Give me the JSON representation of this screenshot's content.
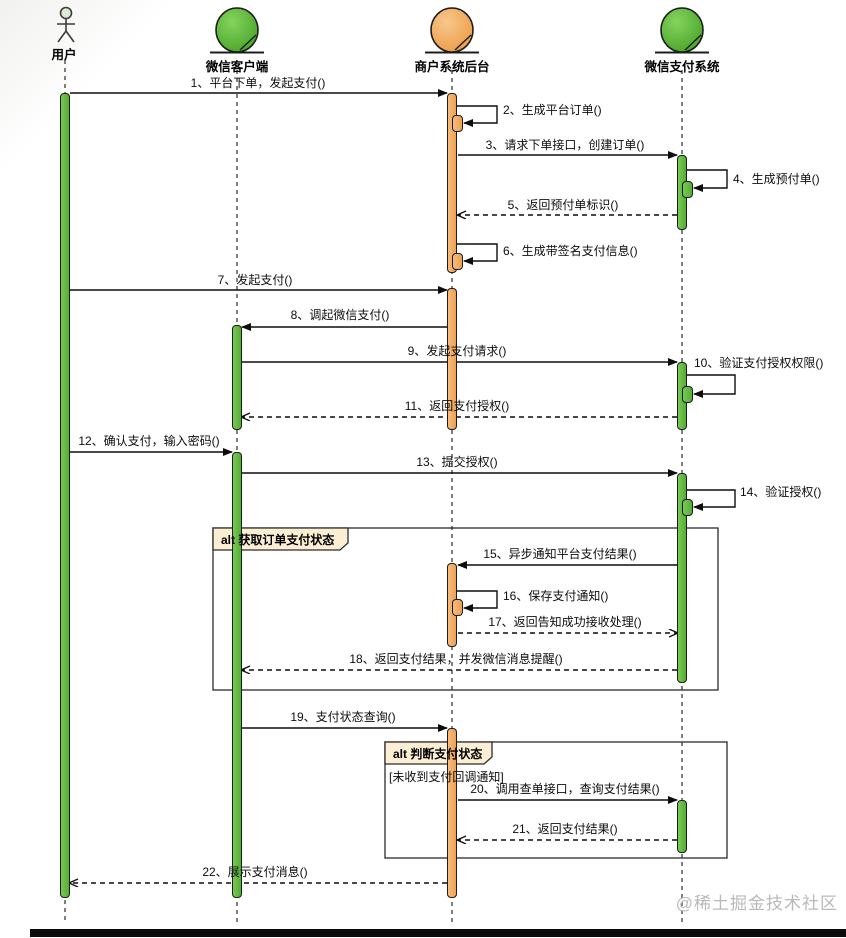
{
  "diagram": {
    "title": "WeChat payment sequence diagram",
    "actors": [
      {
        "label": "用户",
        "type": "actor"
      },
      {
        "label": "微信客户端",
        "type": "entity"
      },
      {
        "label": "商户系统后台",
        "type": "entity"
      },
      {
        "label": "微信支付系统",
        "type": "entity"
      }
    ],
    "messages": [
      "1、平台下单，发起支付()",
      "2、生成平台订单()",
      "3、请求下单接口，创建订单()",
      "4、生成预付单()",
      "5、返回预付单标识()",
      "6、生成带签名支付信息()",
      "7、发起支付()",
      "8、调起微信支付()",
      "9、发起支付请求()",
      "10、验证支付授权权限()",
      "11、返回支付授权()",
      "12、确认支付，输入密码()",
      "13、提交授权()",
      "14、验证授权()",
      "15、异步通知平台支付结果()",
      "16、保存支付通知()",
      "17、返回告知成功接收处理()",
      "18、返回支付结果，并发微信消息提醒()",
      "19、支付状态查询()",
      "20、调用查单接口，查询支付结果()",
      "21、返回支付结果()",
      "22、展示支付消息()"
    ],
    "frames": [
      {
        "operator": "alt",
        "title": "获取订单支付状态",
        "guard": ""
      },
      {
        "operator": "alt",
        "title": "判断支付状态",
        "guard": "[未收到支付回调通知]"
      }
    ],
    "watermark": "@稀土掘金技术社区",
    "colors": {
      "lifeline_green": "#5cb63c",
      "backend_orange": "#f2a961",
      "frame_label_bg": "#fbeed3"
    }
  }
}
